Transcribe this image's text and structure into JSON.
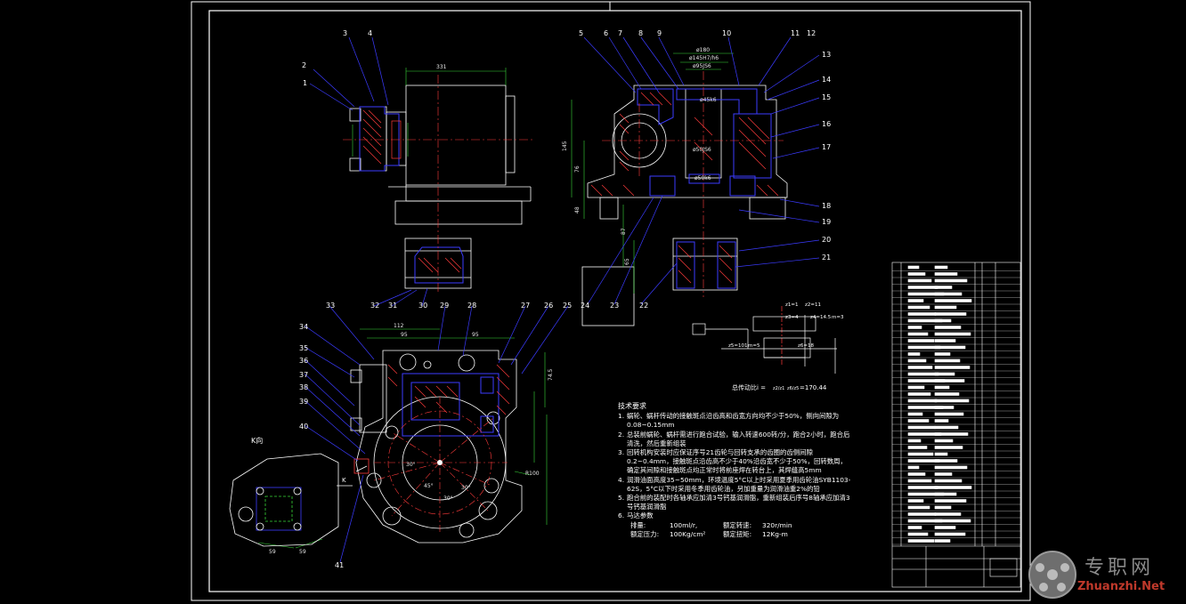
{
  "drawing": {
    "background": "#000000",
    "line_color": "#ffffff",
    "section_color": "#3b3bff",
    "hatch_color": "#ff3b3b",
    "dim_color": "#39d839",
    "center_color": "#ff3b3b"
  },
  "callouts_top_left": [
    "1",
    "2",
    "3",
    "4"
  ],
  "callouts_top_right": [
    "5",
    "6",
    "7",
    "8",
    "9",
    "10",
    "11",
    "12",
    "13",
    "14",
    "15",
    "16",
    "17",
    "18",
    "19",
    "20",
    "21"
  ],
  "callouts_middle": [
    "22",
    "23",
    "24",
    "25",
    "26",
    "27",
    "28",
    "29",
    "30",
    "31",
    "32",
    "33"
  ],
  "callouts_bottom": [
    "34",
    "35",
    "36",
    "37",
    "38",
    "39",
    "40",
    "41"
  ],
  "dimensions": {
    "top_left_width": "331",
    "top_right_d1": "ø180",
    "top_right_d2": "ø145H7/h6",
    "top_right_d3": "ø95JS6",
    "top_right_d4": "ø45k6",
    "top_right_d5": "ø50JS6",
    "top_right_d6": "ø50k6",
    "height_145": "145",
    "height_76": "76",
    "height_48": "48",
    "v_87": "87",
    "v_65": "65",
    "bottom_112": "112",
    "bottom_95a": "95",
    "bottom_95b": "95",
    "bottom_74": "74.5",
    "bottom_r100": "R100",
    "bottom_59a": "59",
    "bottom_59b": "59",
    "angle_45": "45°",
    "angle_30a": "30°",
    "angle_30b": "30°",
    "angle_30c": "30°"
  },
  "view_labels": {
    "k_view": "K向",
    "k_arrow": "K"
  },
  "schematic": {
    "gear_labels": [
      "z1=1",
      "z2=11",
      "z3=4",
      "z4=14.5",
      "z5=101",
      "z6=18",
      "m=3",
      "m=5"
    ],
    "ratio_label": "总传动比i = ",
    "ratio_fraction_a": "z2/z1",
    "ratio_fraction_b": "z6/z5",
    "ratio_value": "=170.44"
  },
  "notes": {
    "title": "技术要求",
    "items": [
      {
        "num": "1.",
        "text": "蜗轮、蜗杆传动的接触斑点沿齿高和齿宽方向均不少于50%，侧向间隙为0.08~0.15mm"
      },
      {
        "num": "2.",
        "text": "总装前蜗轮、蜗杆需进行跑合试验，输入转速600转/分，跑合2小时，跑合后清洗，然后重新组装"
      },
      {
        "num": "3.",
        "text": "回转机构安装时应保证序号21齿轮与回转支承的齿圈的齿侧间隙0.2~0.4mm，接触斑点沿齿高不少于40%沿齿宽不少于50%，回转数周，确定其间隙和接触斑点均正常时将前座焊在转台上，其焊缝高5mm"
      },
      {
        "num": "4.",
        "text": "润滑油面高度35~50mm，环境温度5°C以上时采用夏季用齿轮油SYB1103-62S，5°C以下时采用冬季用齿轮油，另加重量为润滑油重2%的铅"
      },
      {
        "num": "5.",
        "text": "跑合前的装配时各轴承应加清3号钙基润滑脂，重新组装后序号8轴承应加清3号钙基润滑脂"
      },
      {
        "num": "6.",
        "text": "马达参数"
      }
    ],
    "motor": [
      {
        "k": "排量:",
        "v": "100ml/r,",
        "k2": "额定转速:",
        "v2": "320r/min"
      },
      {
        "k": "额定压力:",
        "v": "100Kg/cm²",
        "k2": "额定扭矩:",
        "v2": "12Kg-m"
      }
    ]
  },
  "watermark": {
    "cn": "专职网",
    "en": "Zhuanzhi.Net"
  }
}
